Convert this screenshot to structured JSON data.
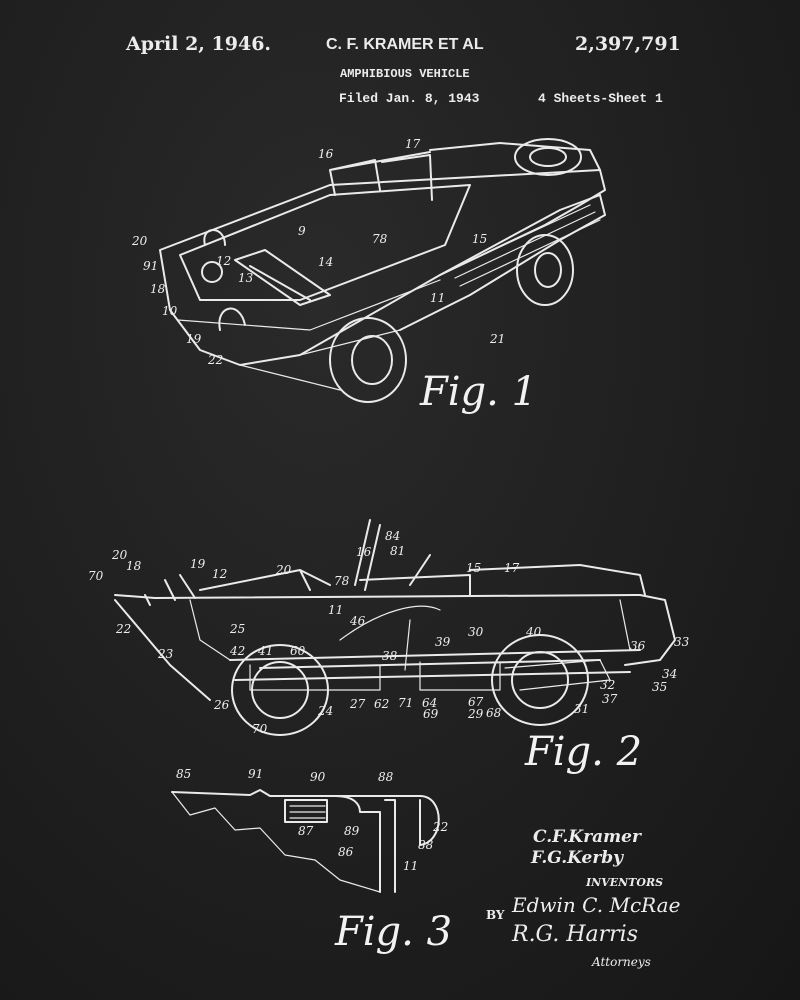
{
  "header": {
    "date": "April 2, 1946.",
    "inventor_line": "C. F. KRAMER ET AL",
    "patent_number": "2,397,791",
    "title": "AMPHIBIOUS VEHICLE",
    "filed": "Filed Jan. 8, 1943",
    "sheets": "4 Sheets-Sheet 1"
  },
  "figures": {
    "fig1": {
      "label": "Fig. 1",
      "refs": [
        "16",
        "17",
        "20",
        "9",
        "78",
        "15",
        "91",
        "12",
        "13",
        "14",
        "18",
        "10",
        "11",
        "19",
        "22",
        "21"
      ]
    },
    "fig2": {
      "label": "Fig. 2",
      "refs": [
        "20",
        "18",
        "19",
        "12",
        "20",
        "16",
        "84",
        "81",
        "15",
        "17",
        "78",
        "70",
        "11",
        "46",
        "22",
        "25",
        "30",
        "40",
        "33",
        "36",
        "23",
        "42",
        "41",
        "60",
        "38",
        "39",
        "34",
        "35",
        "32",
        "37",
        "26",
        "24",
        "27",
        "62",
        "71",
        "64",
        "69",
        "67",
        "68",
        "31",
        "70",
        "29"
      ]
    },
    "fig3": {
      "label": "Fig. 3",
      "refs": [
        "85",
        "91",
        "90",
        "88",
        "87",
        "89",
        "22",
        "86",
        "88",
        "11"
      ]
    }
  },
  "inventors": {
    "names": [
      "C.F.Kramer",
      "F.G.Kerby"
    ],
    "label": "INVENTORS",
    "by": "BY",
    "signatures": [
      "Edwin C. McRae",
      "R.G. Harris"
    ],
    "attorneys": "Attorneys"
  }
}
